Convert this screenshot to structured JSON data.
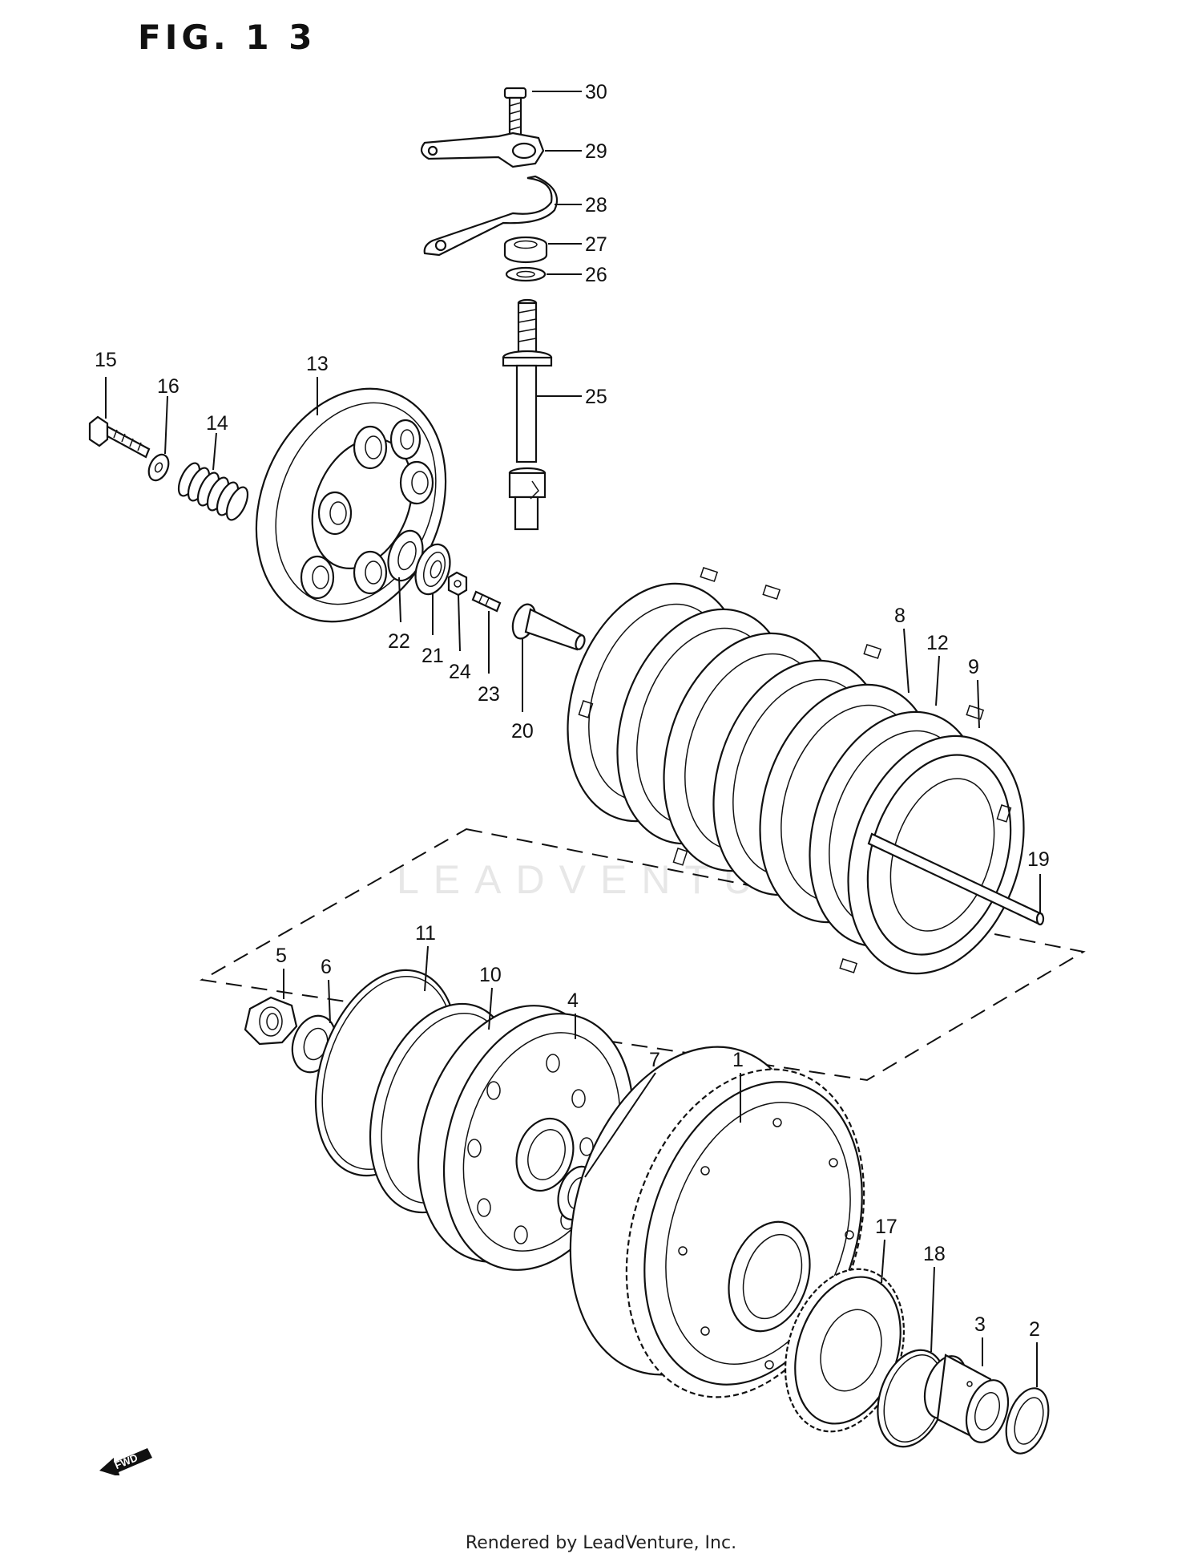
{
  "figure": {
    "title": "FIG. 1 3"
  },
  "watermark": "LEADVENTURE",
  "footer": "Rendered by LeadVenture, Inc.",
  "fwd_label": "FWD",
  "callouts": [
    "30",
    "29",
    "28",
    "27",
    "26",
    "25",
    "15",
    "16",
    "14",
    "13",
    "22",
    "21",
    "24",
    "23",
    "20",
    "8",
    "12",
    "9",
    "19",
    "11",
    "5",
    "6",
    "10",
    "4",
    "7",
    "1",
    "17",
    "18",
    "3",
    "2"
  ]
}
